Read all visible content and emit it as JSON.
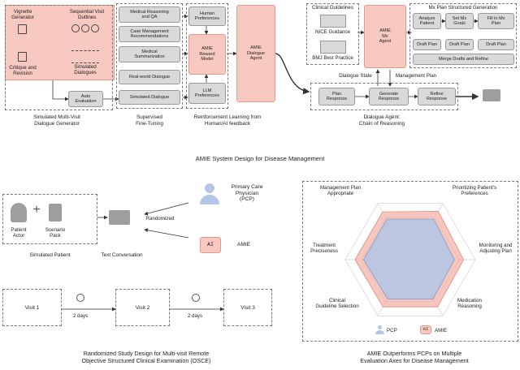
{
  "top": {
    "generator": {
      "vignette": "Vignette\nGenerator",
      "outlines": "Sequential Visit\nOutlines",
      "critique": "Critique and\nRevision",
      "simulated": "Simulated\nDialogues",
      "auto_eval": "Auto\nEvaluation",
      "caption": "Simulated Multi-Visit\nDialogue Generator"
    },
    "sft": {
      "items": [
        "Medical Reasoning\nand QA",
        "Case Management\nRecommendations",
        "Medical\nSummarization",
        "Real-world Dialogue",
        "Simulated Dialogue"
      ],
      "caption": "Supervised\nFine-Tuning"
    },
    "rl": {
      "human_pref": "Human\nPreferences",
      "reward_model": "AMIE\nReward\nModel",
      "llm_pref": "LLM\nPreferences",
      "dialogue_agent": "AMIE\nDialogue\nAgent",
      "caption": "Reinforcement Learning from\nHuman/AI feedback"
    },
    "mx": {
      "guidelines_title": "Clinical Guidelines",
      "nice": "NICE Guidance",
      "bmj": "BMJ Best Practice",
      "mx_agent": "AMIE\nMx\nAgent",
      "structured_title": "Mx Plan Structured Generation",
      "analyze": "Analyze\nPatient",
      "set_goals": "Set Mx\nGoals",
      "fill_plan": "Fill in Mx\nPlan",
      "draft_plan": "Draft Plan",
      "merge": "Merge Drafts and Refine",
      "dialogue_state": "Dialogue State",
      "management_plan": "Management Plan",
      "plan_response": "Plan\nResponse",
      "generate_response": "Generate\nResponse",
      "refine_response": "Refine\nResponse",
      "caption": "Dialogue Agent:\nChain of Reasoning"
    },
    "system_title": "AMIE System Design for Disease Management"
  },
  "bottom_left": {
    "patient_actor": "Patient\nActor",
    "scenario_pack": "Scenario\nPack",
    "simulated_patient": "Simulated Patient",
    "text_conversation": "Text Conversation",
    "randomized": "Randomized",
    "pcp": "Primary Care\nPhysician\n(PCP)",
    "amie": "AMIE",
    "ai_badge": "AI",
    "visits": [
      "Visit 1",
      "Visit 2",
      "Visit 3"
    ],
    "gap_label": "2 days",
    "caption": "Randomized Study Design for Multi-visit Remote\nObjective Structured Clinical Examination (OSCE)"
  },
  "radar": {
    "axes": [
      "Management Plan\nAppropriate",
      "Prioritizing Patient's\nPreferences",
      "Monitoring and\nAdjusting Plan",
      "Medication\nReasoning",
      "Clinical\nGuideline Selection",
      "Treatment\nPreciseness"
    ],
    "series": [
      {
        "name": "PCP",
        "color": "#b3c6e6",
        "values": [
          0.72,
          0.72,
          0.68,
          0.7,
          0.7,
          0.72
        ]
      },
      {
        "name": "AMIE",
        "color": "#f4b3a8",
        "values": [
          0.85,
          0.86,
          0.82,
          0.84,
          0.84,
          0.85
        ]
      }
    ],
    "caption": "AMIE Outperforms PCPs on Multiple\nEvaluation Axes for Disease Management"
  },
  "colors": {
    "pink": "#f8c9c1",
    "grey": "#d9d9d9",
    "blue": "#b3c6e6"
  }
}
